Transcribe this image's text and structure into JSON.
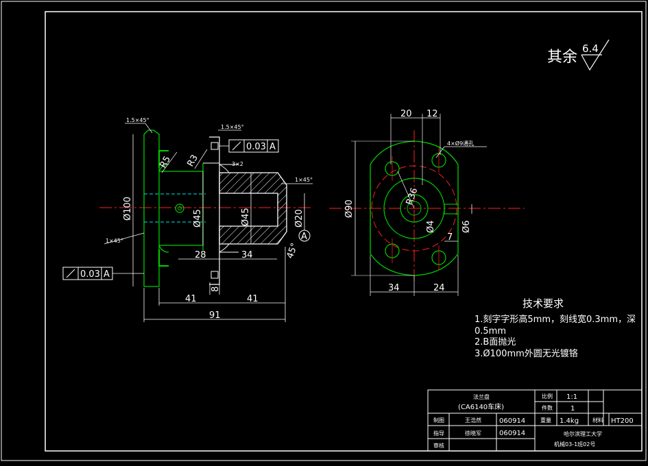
{
  "roughness": {
    "label": "其余",
    "value": "6.4"
  },
  "front_view": {
    "chamfer_top_left": "1.5×45°",
    "chamfer_top_right": "1.5×45°",
    "chamfer_bottom_left": "1×45°",
    "chamfer_right": "1×45°",
    "radius_r5": "R5",
    "radius_r3": "R3",
    "groove": "3×2",
    "dia_100": "Ø100",
    "dia_45a": "Ø45",
    "dia_45b": "Ø45",
    "dia_20": "Ø20",
    "dim_28": "28",
    "dim_34": "34",
    "dim_8": "8",
    "dim_41a": "41",
    "dim_41b": "41",
    "dim_91": "91",
    "angle": "45°",
    "datum": "A",
    "tol_top": {
      "value": "0.03",
      "datum": "A"
    },
    "tol_left": {
      "value": "0.03",
      "datum": "A"
    }
  },
  "side_view": {
    "dim_20": "20",
    "dim_12": "12",
    "holes": "4×Ø9通孔",
    "dia_90": "Ø90",
    "dia_4": "Ø4",
    "dia_6": "Ø6",
    "dim_7": "7",
    "dim_34": "34",
    "dim_24": "24",
    "r_label": "R36"
  },
  "tech_req": {
    "title": "技术要求",
    "line1": "1.刻字字形高5mm，刻线宽0.3mm，深",
    "line2": "0.5mm",
    "line3": "2.B面抛光",
    "line4": "3.Ø100mm外圆无光镀铬"
  },
  "title_block": {
    "part_name": "法兰盘",
    "part_sub": "(CA6140车床)",
    "scale_label": "比例",
    "scale_value": "1:1",
    "qty_label": "件数",
    "qty_value": "1",
    "designer_label": "制图",
    "designer_name": "王浩然",
    "designer_date": "060914",
    "checker_label": "指导",
    "checker_name": "徐晓军",
    "checker_date": "060914",
    "review_label": "审核",
    "weight_label": "重量",
    "weight_value": "1.4kg",
    "material_label": "材料",
    "material_value": "HT200",
    "school": "哈尔滨理工大学",
    "drawing_no": "机械03-1班02号"
  }
}
